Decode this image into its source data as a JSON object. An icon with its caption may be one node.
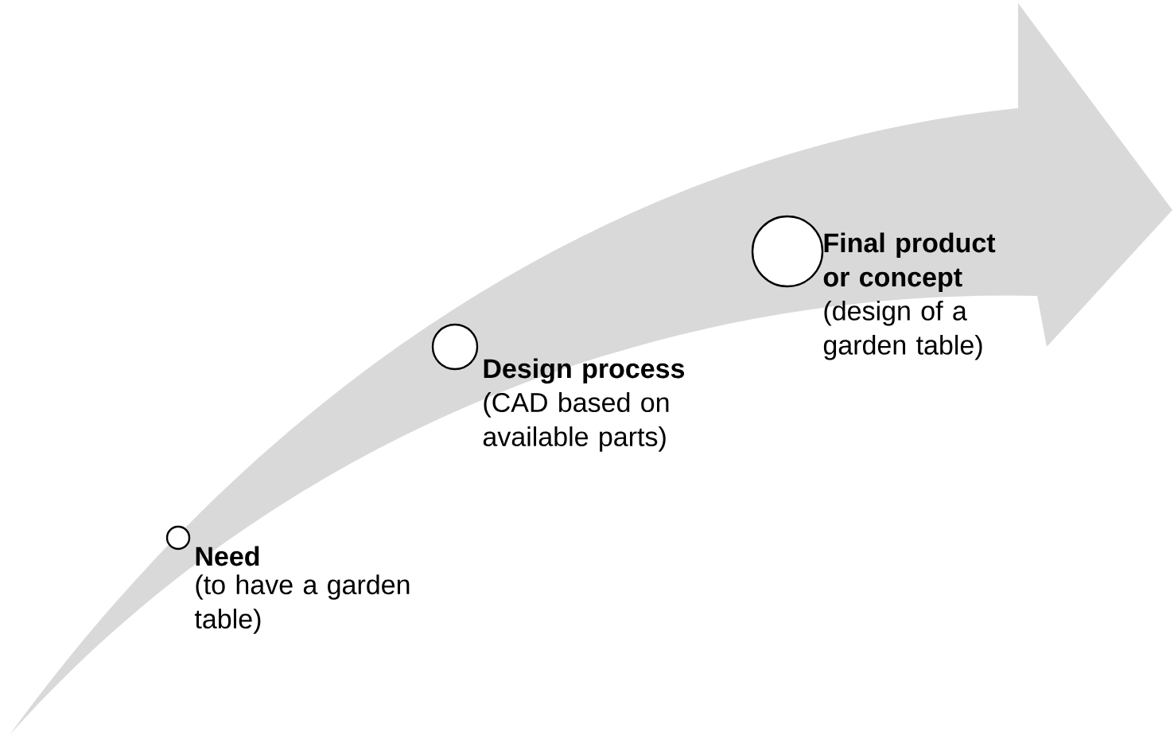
{
  "diagram": {
    "nodes": [
      {
        "text": [],
        "shape": "circle",
        "beside": [
          "Need",
          "(to have a garden table)"
        ]
      },
      {
        "text": [],
        "shape": "circle",
        "beside": [
          "Design process",
          "(CAD based on available parts)"
        ]
      },
      {
        "text": [],
        "shape": "circle",
        "beside": [
          "Final product or concept",
          "(design of a garden table)"
        ]
      }
    ]
  }
}
